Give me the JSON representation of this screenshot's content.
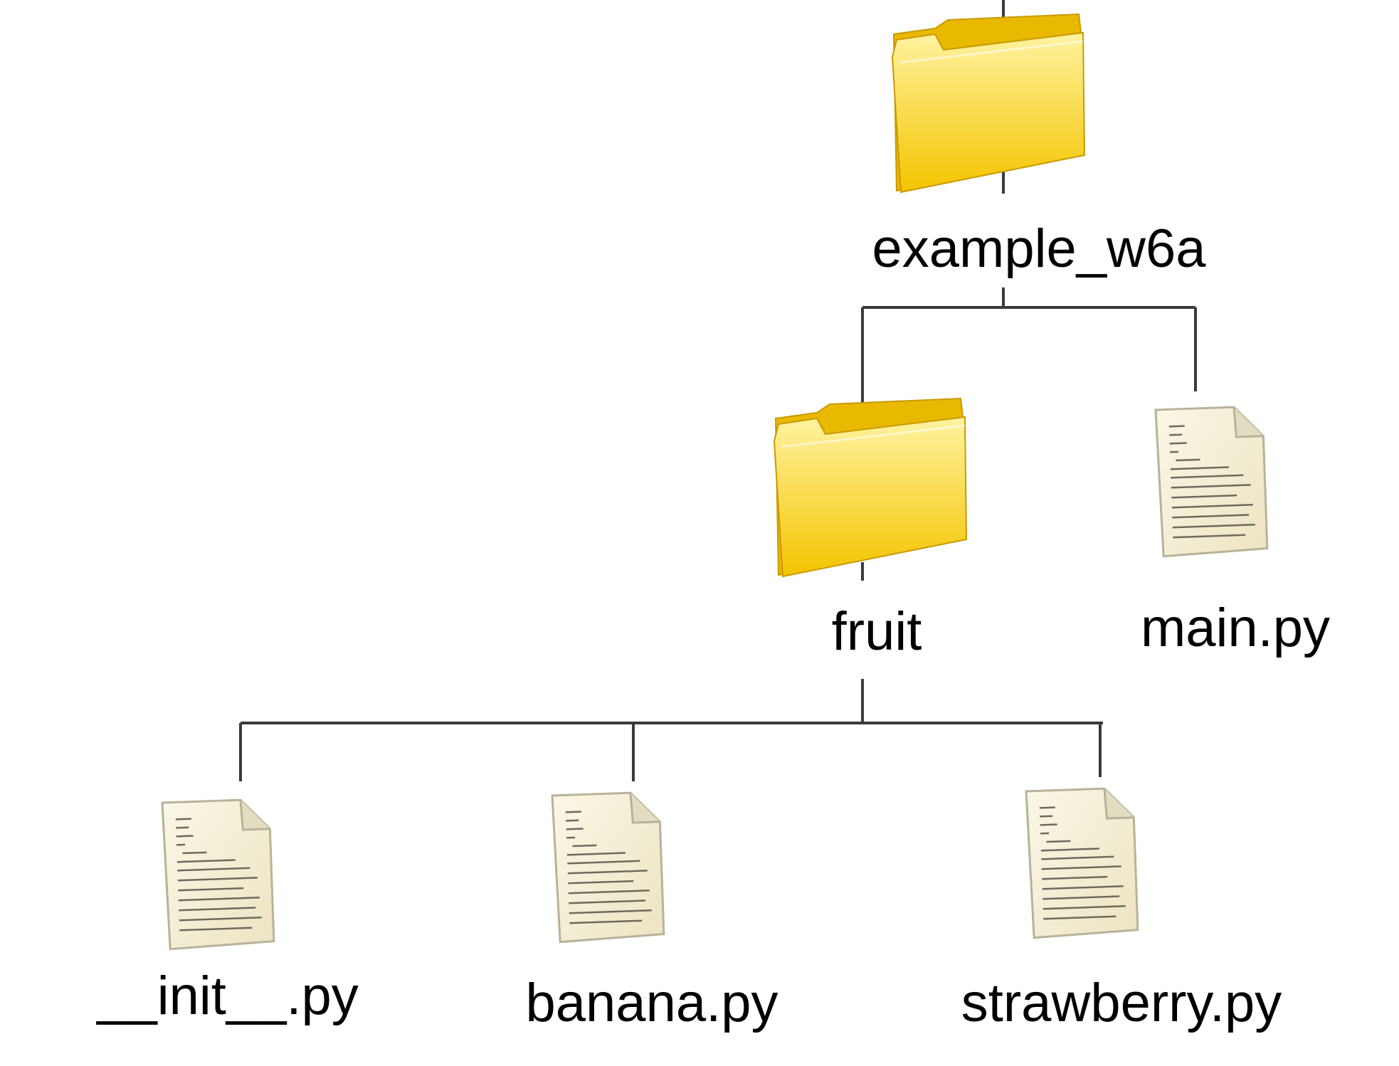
{
  "colors": {
    "folder_front_top": "#fff3a0",
    "folder_front_bottom": "#f4c400",
    "folder_back": "#e9b800",
    "folder_edge": "#c99a00",
    "file_paper": "#f6f0d6",
    "file_edge": "#b8b29a",
    "file_lines": "#6f6a5c",
    "connector": "#3a3a3a"
  },
  "tree": {
    "root": {
      "name": "example_w6a",
      "icon": "folder-icon"
    },
    "fruit": {
      "name": "fruit",
      "icon": "folder-icon"
    },
    "main": {
      "name": "main.py",
      "icon": "python-file-icon"
    },
    "init": {
      "name": "__init__.py",
      "icon": "python-file-icon"
    },
    "banana": {
      "name": "banana.py",
      "icon": "python-file-icon"
    },
    "strawberry": {
      "name": "strawberry.py",
      "icon": "python-file-icon"
    }
  }
}
